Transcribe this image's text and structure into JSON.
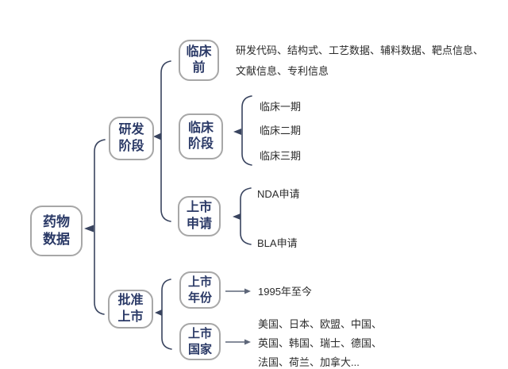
{
  "palette": {
    "background": "#ffffff",
    "node_border": "#a7a7a7",
    "node_text": "#2b3a67",
    "brace_line": "#39445f",
    "leaf_text": "#2b2b2b",
    "arrow_gray": "#5d6679"
  },
  "tree": {
    "root": {
      "label": "药物\n数据"
    },
    "branches": [
      {
        "label": "研发\n阶段",
        "children": [
          {
            "label": "临床\n前",
            "leaf": "研发代码、结构式、工艺数据、辅料数据、靶点信息、\n文献信息、专利信息"
          },
          {
            "label": "临床\n阶段",
            "items": [
              "临床一期",
              "临床二期",
              "临床三期"
            ]
          },
          {
            "label": "上市\n申请",
            "items": [
              "NDA申请",
              "BLA申请"
            ]
          }
        ]
      },
      {
        "label": "批准\n上市",
        "children": [
          {
            "label": "上市\n年份",
            "leaf": "1995年至今"
          },
          {
            "label": "上市\n国家",
            "leaf": "美国、日本、欧盟、中国、\n英国、韩国、瑞士、德国、\n法国、荷兰、加拿大..."
          }
        ]
      }
    ]
  }
}
